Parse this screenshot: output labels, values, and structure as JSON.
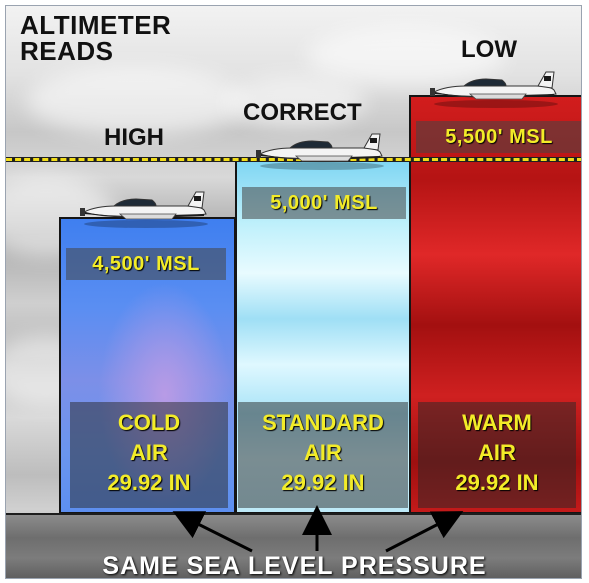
{
  "labels": {
    "altimeter_line1": "ALTIMETER",
    "altimeter_line2": "READS",
    "high": "HIGH",
    "correct": "CORRECT",
    "low": "LOW"
  },
  "columns": [
    {
      "altitude": "4,500' MSL",
      "air_line1": "COLD",
      "air_line2": "AIR",
      "pressure": "29.92 IN"
    },
    {
      "altitude": "5,000' MSL",
      "air_line1": "STANDARD",
      "air_line2": "AIR",
      "pressure": "29.92 IN"
    },
    {
      "altitude": "5,500' MSL",
      "air_line1": "WARM",
      "air_line2": "AIR",
      "pressure": "29.92 IN"
    }
  ],
  "footer": "SAME SEA LEVEL PRESSURE",
  "colors": {
    "cold": "#4f86ef",
    "standard": "#bff0fb",
    "warm": "#c41a1a",
    "label_text": "#f3ec28",
    "dashed_line": "#f2dd1a"
  }
}
